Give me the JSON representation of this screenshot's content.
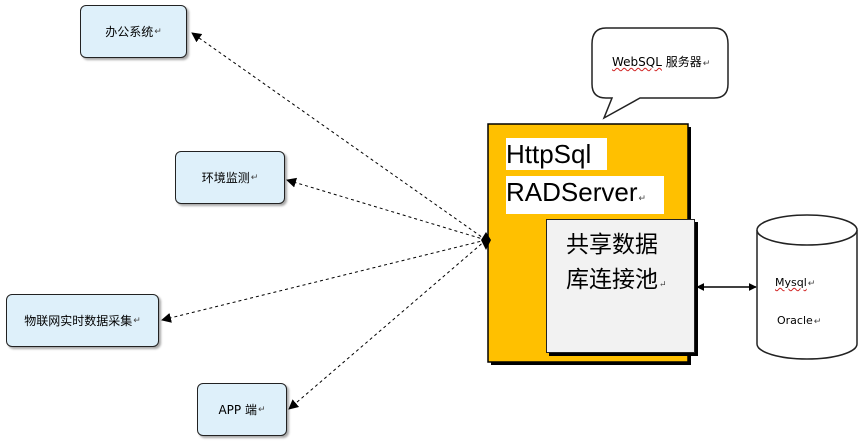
{
  "clients": [
    {
      "id": "office",
      "label": "办公系统"
    },
    {
      "id": "env",
      "label": "环境监测"
    },
    {
      "id": "iot",
      "label": "物联网实时数据采集"
    },
    {
      "id": "app",
      "label": "APP 端"
    }
  ],
  "callout": {
    "label_part1": "WebSQL",
    "label_part2": " 服务器"
  },
  "server": {
    "title_line1": "HttpSql",
    "title_line2": "RADServer",
    "pool_line1": "共享数据",
    "pool_line2": "库连接池"
  },
  "database": {
    "items": [
      "Mysql",
      "Oracle"
    ]
  },
  "paragraph_mark": "↵",
  "colors": {
    "client_fill": "#def0fa",
    "server_fill": "#ffc000",
    "pool_fill": "#f2f2f2",
    "connector": "#000000"
  }
}
